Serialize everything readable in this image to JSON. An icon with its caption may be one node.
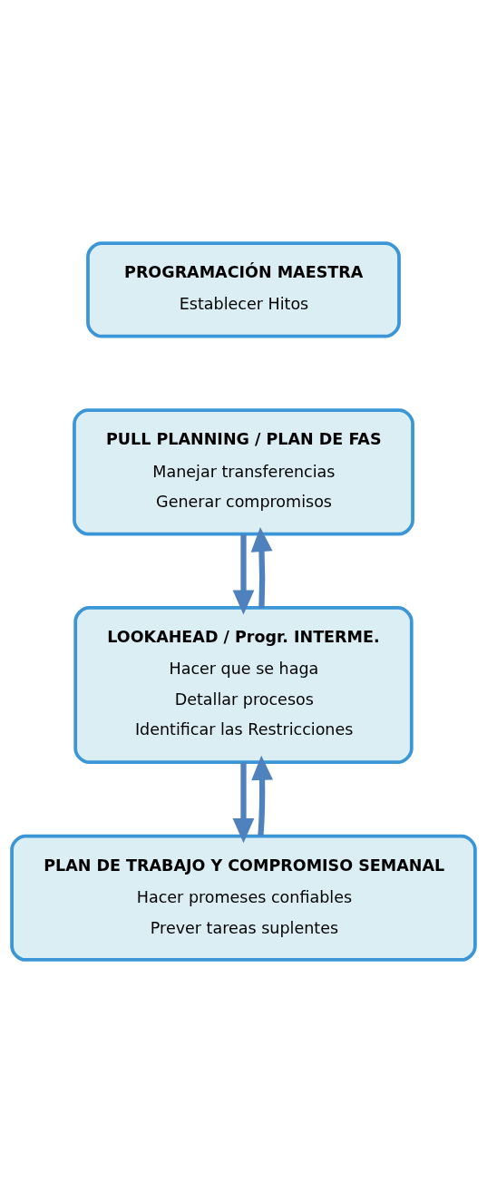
{
  "diagram": {
    "nodes": [
      {
        "text": [
          "PROGRAMACIÓN MAESTRA",
          "Establecer Hitos"
        ]
      },
      {
        "text": [
          "PULL PLANNING / PLAN DE FAS",
          "Manejar transferencias",
          "Generar compromisos"
        ]
      },
      {
        "text": [
          "LOOKAHEAD / Progr. INTERME.",
          "Hacer que se haga",
          "Detallar procesos",
          "Identificar las Restricciones"
        ]
      },
      {
        "text": [
          "PLAN DE TRABAJO Y COMPROMISO SEMANAL",
          "Hacer promeses confiables",
          "Prever tareas suplentes"
        ]
      }
    ],
    "edges": [
      {
        "from": 1,
        "to": 2,
        "arrow": "to"
      },
      {
        "from": 2,
        "to": 1,
        "arrow": "to"
      },
      {
        "from": 2,
        "to": 3,
        "arrow": "to"
      },
      {
        "from": 3,
        "to": 2,
        "arrow": "to"
      }
    ]
  }
}
